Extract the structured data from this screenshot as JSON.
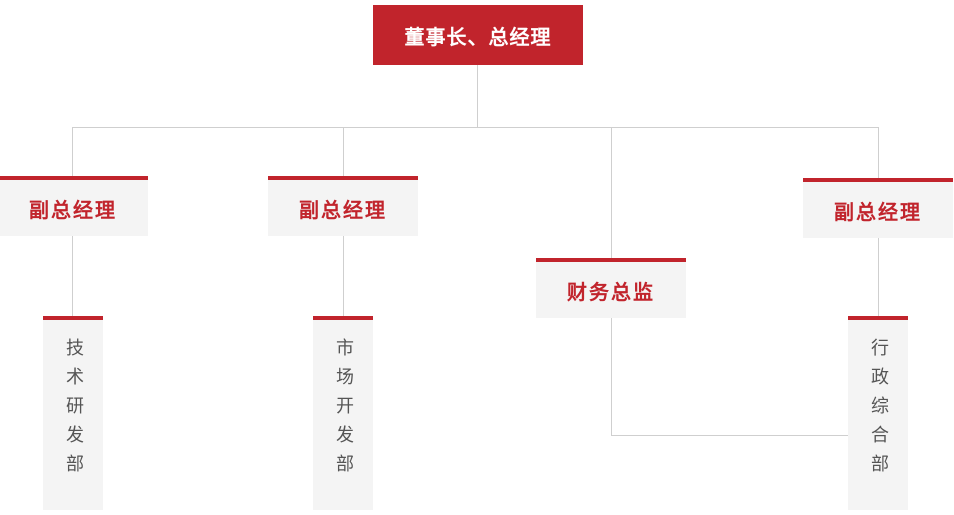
{
  "org": {
    "root": {
      "label": "董事长、总经理"
    },
    "level2": [
      {
        "label": "副总经理"
      },
      {
        "label": "副总经理"
      },
      {
        "label": "财务总监"
      },
      {
        "label": "副总经理"
      }
    ],
    "level3": [
      {
        "label": "技术研发部"
      },
      {
        "label": "市场开发部"
      },
      {
        "label": "行政综合部"
      }
    ]
  },
  "colors": {
    "accent": "#c1242c",
    "root_text": "#ffffff",
    "level2_text": "#c1242c",
    "level3_text": "#555555",
    "node_bg": "#f4f4f4",
    "connector": "#cfcfcf",
    "background": "#ffffff"
  }
}
